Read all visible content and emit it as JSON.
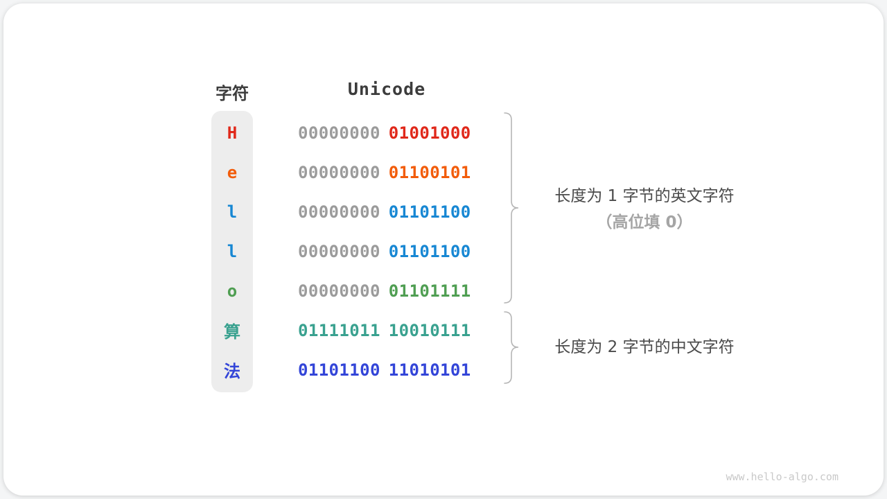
{
  "table": {
    "header_char": "字符",
    "header_unicode": "Unicode",
    "rows": [
      {
        "char": "H",
        "char_color": "#e0281a",
        "b1": "00000000",
        "b1_color": "#9b9b9b",
        "b2": "01001000",
        "b2_color": "#e0281a"
      },
      {
        "char": "e",
        "char_color": "#f25c0a",
        "b1": "00000000",
        "b1_color": "#9b9b9b",
        "b2": "01100101",
        "b2_color": "#f25c0a"
      },
      {
        "char": "l",
        "char_color": "#1787d3",
        "b1": "00000000",
        "b1_color": "#9b9b9b",
        "b2": "01101100",
        "b2_color": "#1787d3"
      },
      {
        "char": "l",
        "char_color": "#1787d3",
        "b1": "00000000",
        "b1_color": "#9b9b9b",
        "b2": "01101100",
        "b2_color": "#1787d3"
      },
      {
        "char": "o",
        "char_color": "#4f9e52",
        "b1": "00000000",
        "b1_color": "#9b9b9b",
        "b2": "01101111",
        "b2_color": "#4f9e52"
      },
      {
        "char": "算",
        "char_color": "#39a18f",
        "b1": "01111011",
        "b1_color": "#39a18f",
        "b2": "10010111",
        "b2_color": "#39a18f"
      },
      {
        "char": "法",
        "char_color": "#3345d8",
        "b1": "01101100",
        "b1_color": "#3345d8",
        "b2": "11010101",
        "b2_color": "#3345d8"
      }
    ]
  },
  "annotations": {
    "english": {
      "line1": "长度为 1 字节的英文字符",
      "line2": "（高位填 0）"
    },
    "chinese": {
      "line1": "长度为 2 字节的中文字符"
    }
  },
  "watermark": "www.hello-algo.com",
  "colors": {
    "zero_padding_gray": "#9b9b9b",
    "header_text": "#3c3c3c",
    "annotation_text": "#4b4b4b",
    "annotation_sub_text": "#a5a5a5",
    "brace_stroke": "#b5b5b5",
    "char_column_bg": "#ededed"
  }
}
